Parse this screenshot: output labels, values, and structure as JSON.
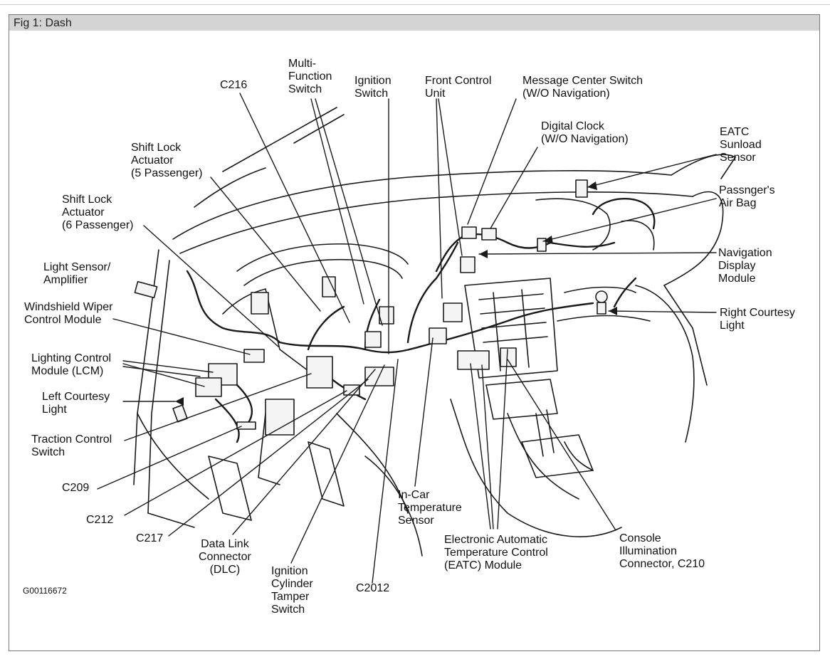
{
  "figure": {
    "caption": "Fig 1: Dash",
    "code": "G00116672"
  },
  "labels": {
    "c216": [
      "C216"
    ],
    "multi_function_switch": [
      "Multi-",
      "Function",
      "Switch"
    ],
    "ignition_switch": [
      "Ignition",
      "Switch"
    ],
    "front_control_unit": [
      "Front Control",
      "Unit"
    ],
    "message_center_switch": [
      "Message Center Switch",
      "(W/O Navigation)"
    ],
    "digital_clock": [
      "Digital Clock",
      "(W/O Navigation)"
    ],
    "eatc_sunload_sensor": [
      "EATC",
      "Sunload",
      "Sensor"
    ],
    "shift_lock_5": [
      "Shift Lock",
      "Actuator",
      "(5 Passenger)"
    ],
    "shift_lock_6": [
      "Shift Lock",
      "Actuator",
      "(6 Passenger)"
    ],
    "passenger_air_bag": [
      "Passnger's",
      "Air Bag"
    ],
    "light_sensor": [
      "Light Sensor/",
      "Amplifier"
    ],
    "navigation_display": [
      "Navigation",
      "Display",
      "Module"
    ],
    "windshield_wiper": [
      "Windshield Wiper",
      "Control Module"
    ],
    "right_courtesy_light": [
      "Right Courtesy",
      "Light"
    ],
    "lighting_control": [
      "Lighting Control",
      "Module (LCM)"
    ],
    "left_courtesy_light": [
      "Left Courtesy",
      "Light"
    ],
    "traction_control": [
      "Traction Control",
      "Switch"
    ],
    "c209": [
      "C209"
    ],
    "c212": [
      "C212"
    ],
    "c217": [
      "C217"
    ],
    "data_link_connector": [
      "Data Link",
      "Connector",
      "(DLC)"
    ],
    "ignition_cylinder": [
      "Ignition",
      "Cylinder",
      "Tamper",
      "Switch"
    ],
    "c2012": [
      "C2012"
    ],
    "in_car_temp": [
      "In-Car",
      "Temperature",
      "Sensor"
    ],
    "eatc_module": [
      "Electronic Automatic",
      "Temperature Control",
      "(EATC) Module"
    ],
    "console_illumination": [
      "Console",
      "Illumination",
      "Connector, C210"
    ]
  }
}
